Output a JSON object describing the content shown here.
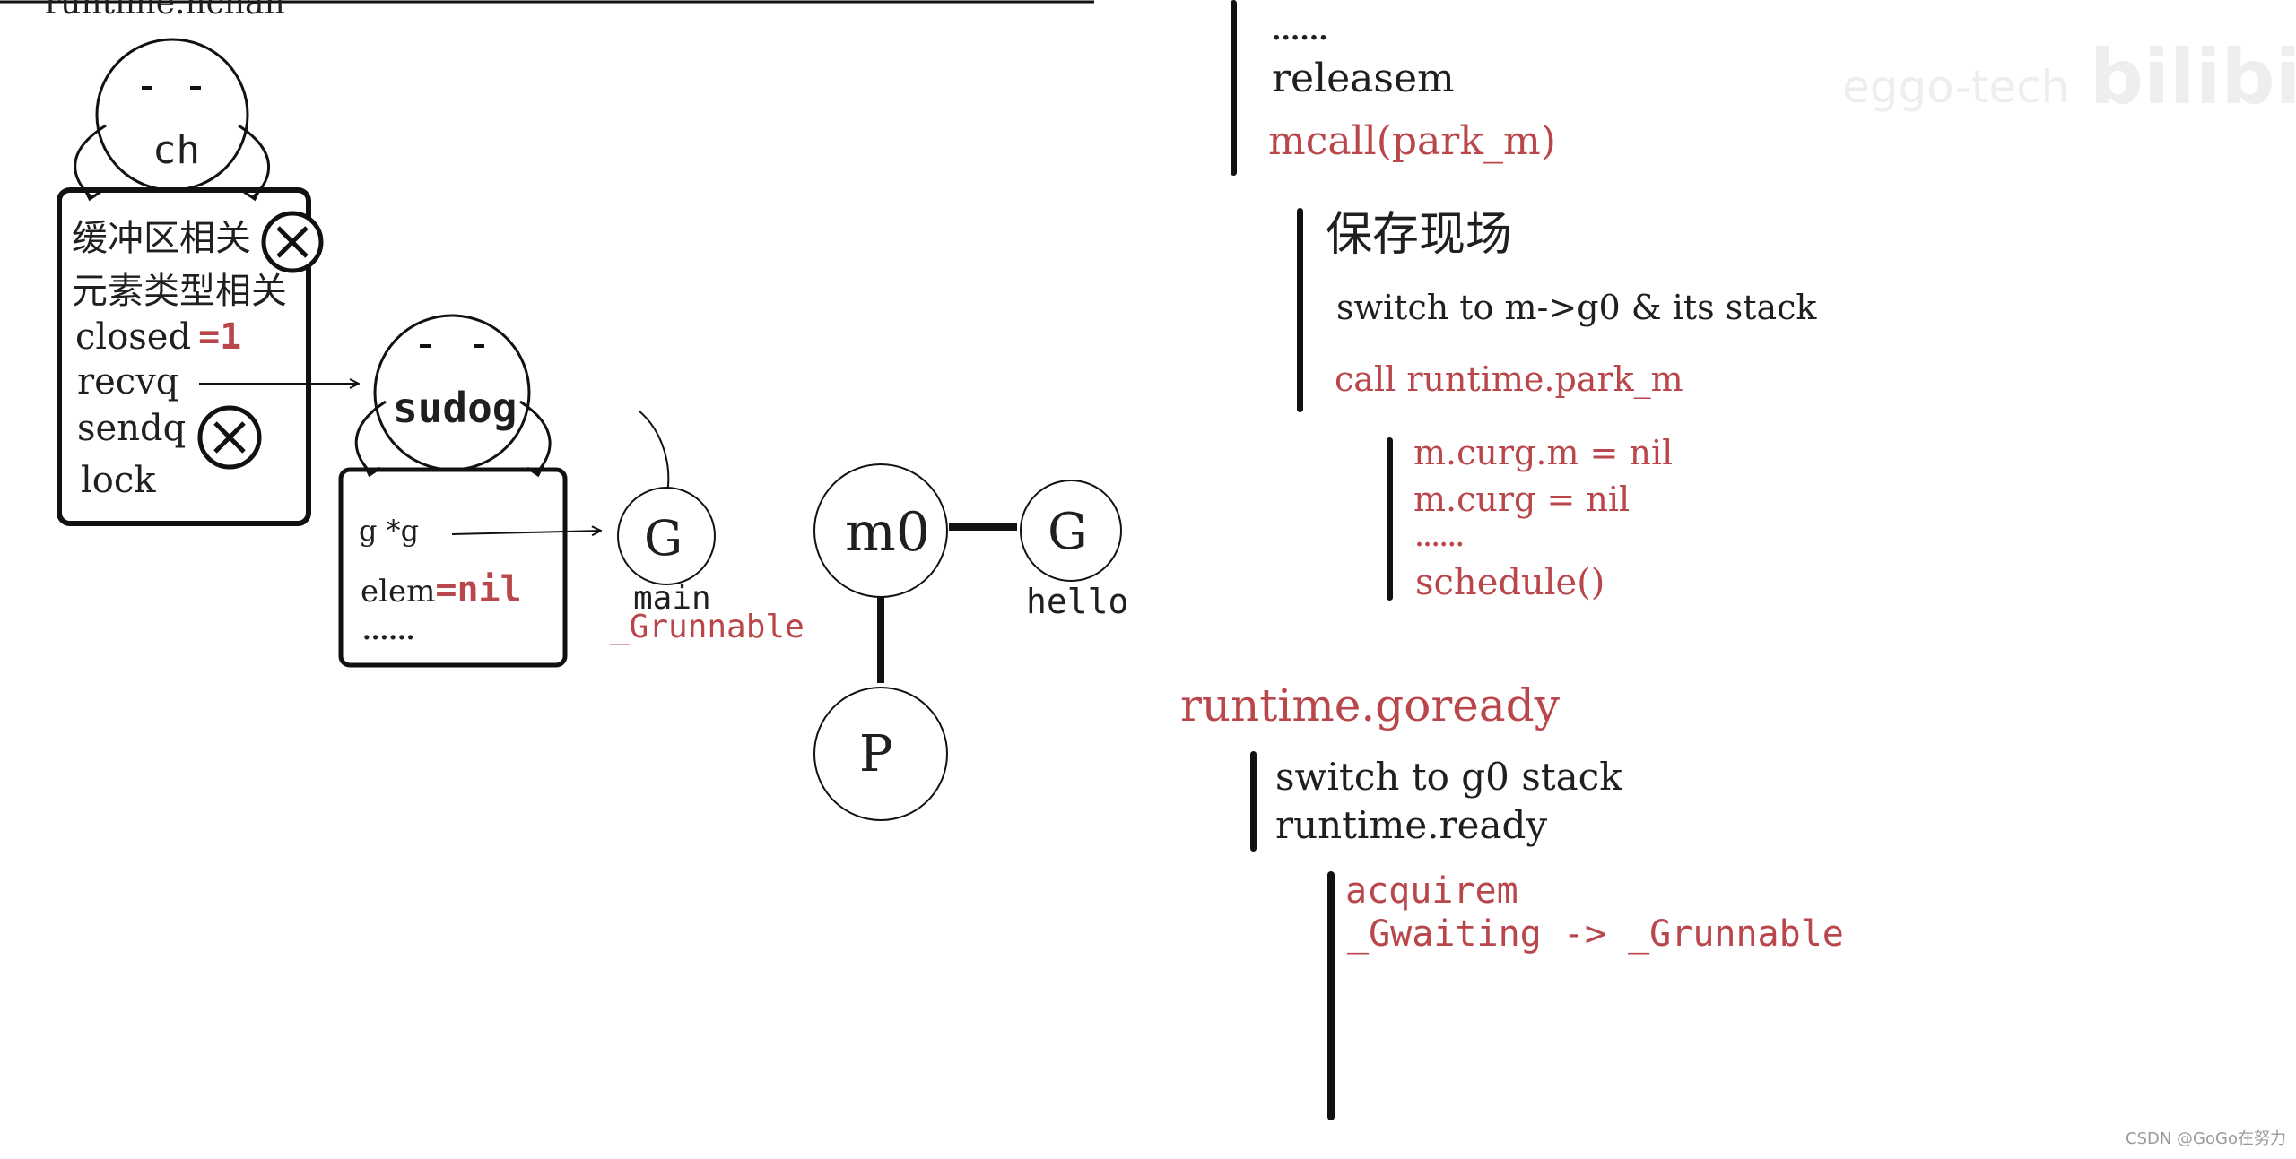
{
  "title": "runtime.hchan",
  "hchan": {
    "mascot_label": "ch",
    "fields": {
      "buffer": "缓冲区相关",
      "elemtype": "元素类型相关",
      "closed": "closed",
      "closed_value": "=1",
      "recvq": "recvq",
      "sendq": "sendq",
      "lock": "lock"
    }
  },
  "sudog": {
    "mascot_label": "sudog",
    "fields": {
      "g": "g *g",
      "elem": "elem",
      "elem_value": "=nil",
      "more": "......"
    }
  },
  "gmp": {
    "g_main_label": "G",
    "g_main_name": "main",
    "g_main_state": "_Grunnable",
    "m0_label": "m0",
    "g_hello_label": "G",
    "g_hello_name": "hello",
    "p_label": "P"
  },
  "code": {
    "top": {
      "dots": "......",
      "releasem": "releasem",
      "mcall": "mcall(park_m)"
    },
    "save": {
      "heading": "保存现场",
      "switch": "switch to m->g0 & its stack",
      "call": "call runtime.park_m"
    },
    "park_m": {
      "line1": "m.curg.m = nil",
      "line2": "m.curg = nil",
      "dots": "......",
      "schedule": "schedule()"
    },
    "goready": {
      "heading": "runtime.goready",
      "switch": "switch to g0 stack",
      "ready": "runtime.ready"
    },
    "ready": {
      "acquirem": "acquirem",
      "transition": "_Gwaiting -> _Grunnable"
    }
  },
  "watermark": {
    "author": "eggo-tech",
    "platform": "bilibili"
  },
  "credit": "CSDN @GoGo在努力",
  "colors": {
    "ink": "#111111",
    "red": "#b8464a",
    "background": "#ffffff"
  }
}
